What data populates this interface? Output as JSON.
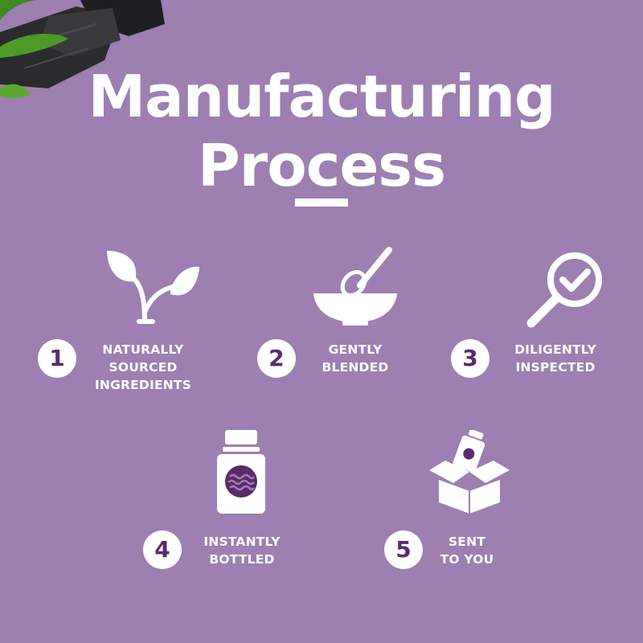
{
  "title": {
    "line1": "Manufacturing",
    "line2": "Process"
  },
  "colors": {
    "background": "#9d7fb1",
    "text": "#ffffff",
    "number": "#5a2a6b",
    "accent": "#5a2a6b"
  },
  "steps": [
    {
      "number": "1",
      "icon": "leaf-plant-icon",
      "label_lines": [
        "NATURALLY",
        "SOURCED",
        "INGREDIENTS"
      ]
    },
    {
      "number": "2",
      "icon": "mixing-bowl-whisk-icon",
      "label_lines": [
        "GENTLY",
        "BLENDED"
      ]
    },
    {
      "number": "3",
      "icon": "magnifier-check-icon",
      "label_lines": [
        "DILIGENTLY",
        "INSPECTED"
      ]
    },
    {
      "number": "4",
      "icon": "bottle-icon",
      "label_lines": [
        "INSTANTLY",
        "BOTTLED"
      ]
    },
    {
      "number": "5",
      "icon": "box-bottle-icon",
      "label_lines": [
        "SENT",
        "TO YOU"
      ]
    }
  ]
}
